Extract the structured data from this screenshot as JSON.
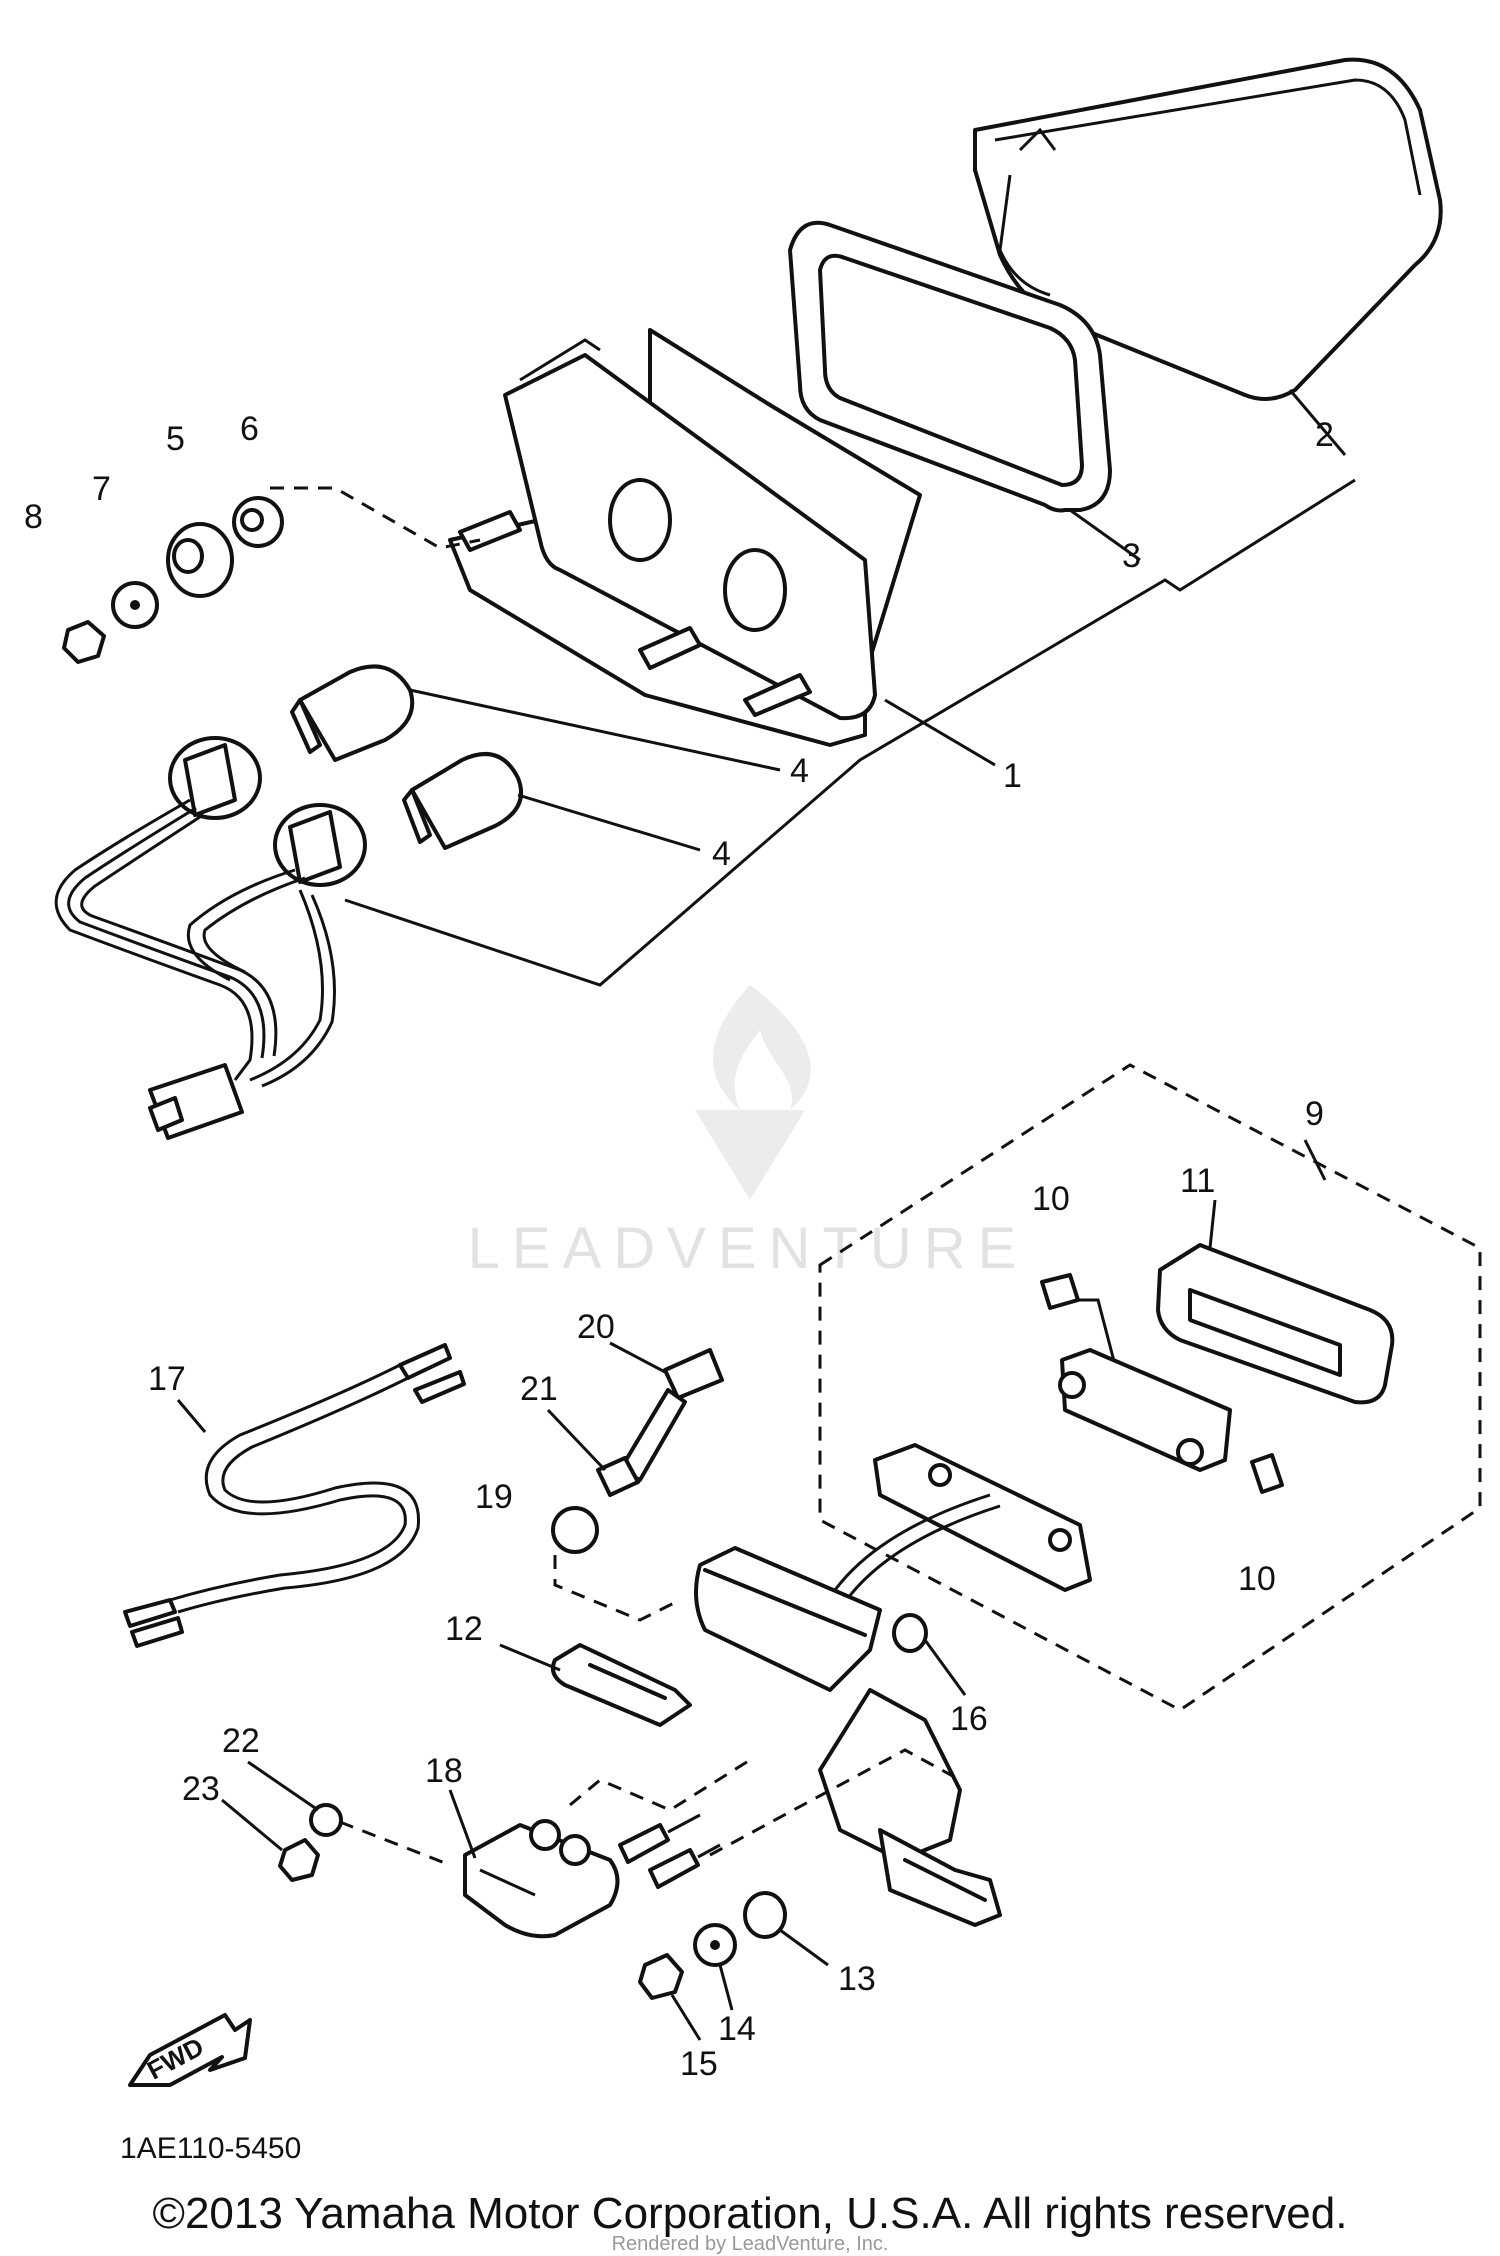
{
  "callouts": {
    "c1": "1",
    "c2": "2",
    "c3": "3",
    "c4a": "4",
    "c4b": "4",
    "c5": "5",
    "c6": "6",
    "c7": "7",
    "c8": "8",
    "c9": "9",
    "c10a": "10",
    "c10b": "10",
    "c11": "11",
    "c12": "12",
    "c13": "13",
    "c14": "14",
    "c15": "15",
    "c16": "16",
    "c17": "17",
    "c18": "18",
    "c19": "19",
    "c20": "20",
    "c21": "21",
    "c22": "22",
    "c23": "23"
  },
  "fwd_label": "FWD",
  "diagram_code": "1AE110-5450",
  "copyright": "©2013 Yamaha Motor Corporation, U.S.A. All rights reserved.",
  "watermark": {
    "brand": "LEADVENTURE",
    "credit": "Rendered by LeadVenture, Inc."
  }
}
